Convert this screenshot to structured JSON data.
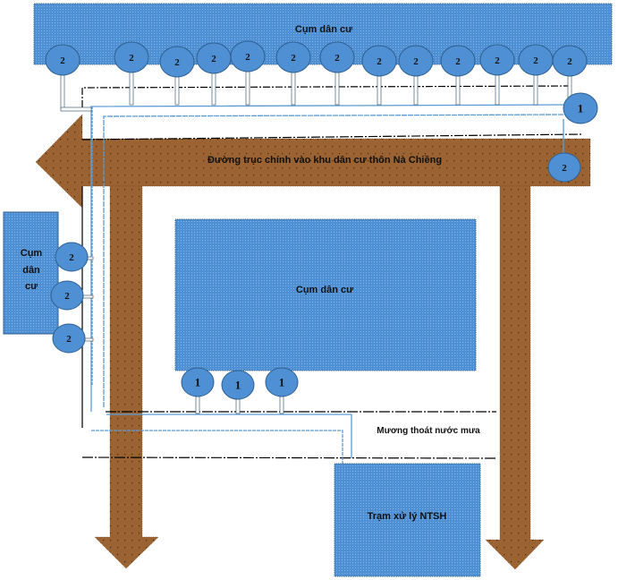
{
  "colors": {
    "cluster_fill": "#4f8fd4",
    "cluster_stroke": "#2e5f8f",
    "road_fill": "#9a6331",
    "road_dot": "#5a3412",
    "pipe_blue": "#5b9bd5",
    "drain_line": "#000000"
  },
  "labels": {
    "top_cluster": "Cụm dân cư",
    "left_cluster_lines": [
      "Cụm",
      "dân",
      "cư"
    ],
    "center_cluster": "Cụm dân cư",
    "main_road": "Đường trục chính vào khu dân cư thôn Nà Chiềng",
    "storm_drain": "Mương  thoát nước mưa",
    "treatment_station": "Trạm xử lý NTSH"
  },
  "nodes": {
    "top_row": [
      "2",
      "2",
      "2",
      "2",
      "2",
      "2",
      "2",
      "2",
      "2",
      "2",
      "2",
      "2",
      "2"
    ],
    "right_junction": "1",
    "right_road_node": "2",
    "left_column": [
      "2",
      "2",
      "2"
    ],
    "center_bottom_row": [
      "1",
      "1",
      "1"
    ]
  }
}
